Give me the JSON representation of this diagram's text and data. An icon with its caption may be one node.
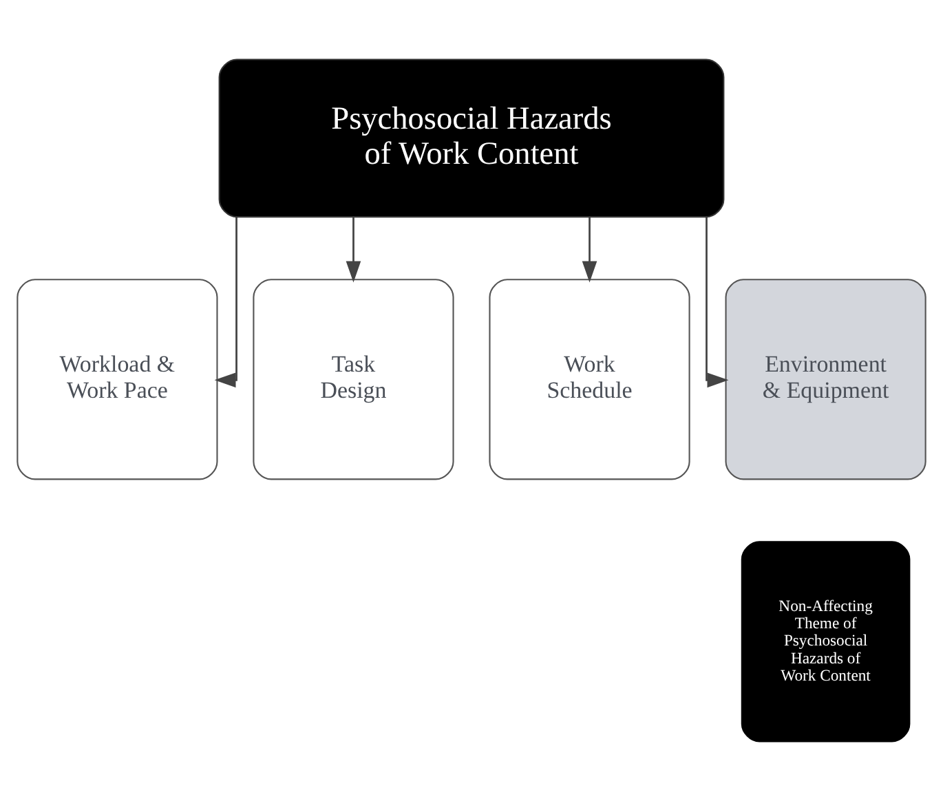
{
  "diagram": {
    "nodes": [
      {
        "text": [
          "Psychosocial Hazards of Work Content"
        ]
      },
      {
        "text": [
          "Workload & Work Pace"
        ]
      },
      {
        "text": [
          "Task Design"
        ]
      },
      {
        "text": [
          "Work Schedule"
        ]
      },
      {
        "text": [
          "Environment & Equipment"
        ]
      },
      {
        "text": [
          "Non-Affecting Theme of Psychosocial Hazards of Work Content"
        ]
      }
    ],
    "edges": [
      {
        "from": 0,
        "to": 1,
        "arrow": "to"
      },
      {
        "from": 0,
        "to": 2,
        "arrow": "to"
      },
      {
        "from": 0,
        "to": 3,
        "arrow": "to"
      },
      {
        "from": 0,
        "to": 4,
        "arrow": "to"
      }
    ]
  }
}
